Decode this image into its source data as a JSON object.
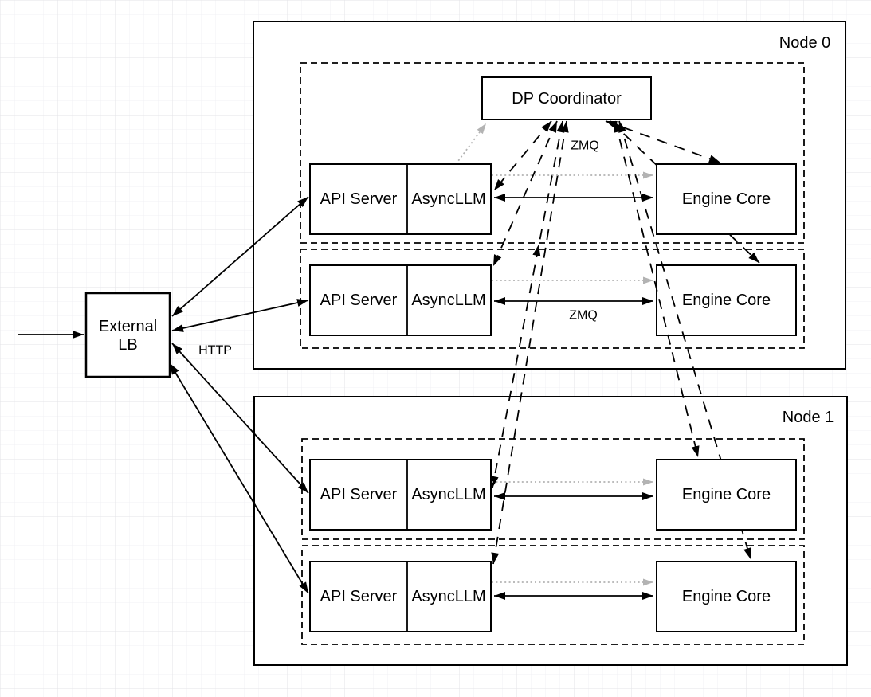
{
  "diagram": {
    "external_lb": {
      "label_line1": "External",
      "label_line2": "LB"
    },
    "coordinator": {
      "label": "DP Coordinator"
    },
    "edge_labels": {
      "http": "HTTP",
      "zmq_rank0": "ZMQ",
      "zmq_rank1": "ZMQ"
    },
    "nodes": [
      {
        "label": "Node 0",
        "ranks": [
          {
            "api": "API Server",
            "asyncllm": "AsyncLLM",
            "engine": "Engine Core"
          },
          {
            "api": "API Server",
            "asyncllm": "AsyncLLM",
            "engine": "Engine Core"
          }
        ]
      },
      {
        "label": "Node 1",
        "ranks": [
          {
            "api": "API Server",
            "asyncllm": "AsyncLLM",
            "engine": "Engine Core"
          },
          {
            "api": "API Server",
            "asyncllm": "AsyncLLM",
            "engine": "Engine Core"
          }
        ]
      }
    ],
    "colors": {
      "line": "#000000",
      "gray_arrow": "#b3b3b3",
      "grid_minor": "#f1f1f4",
      "grid_major": "#e3e3e7",
      "box_fill": "#ffffff"
    }
  }
}
